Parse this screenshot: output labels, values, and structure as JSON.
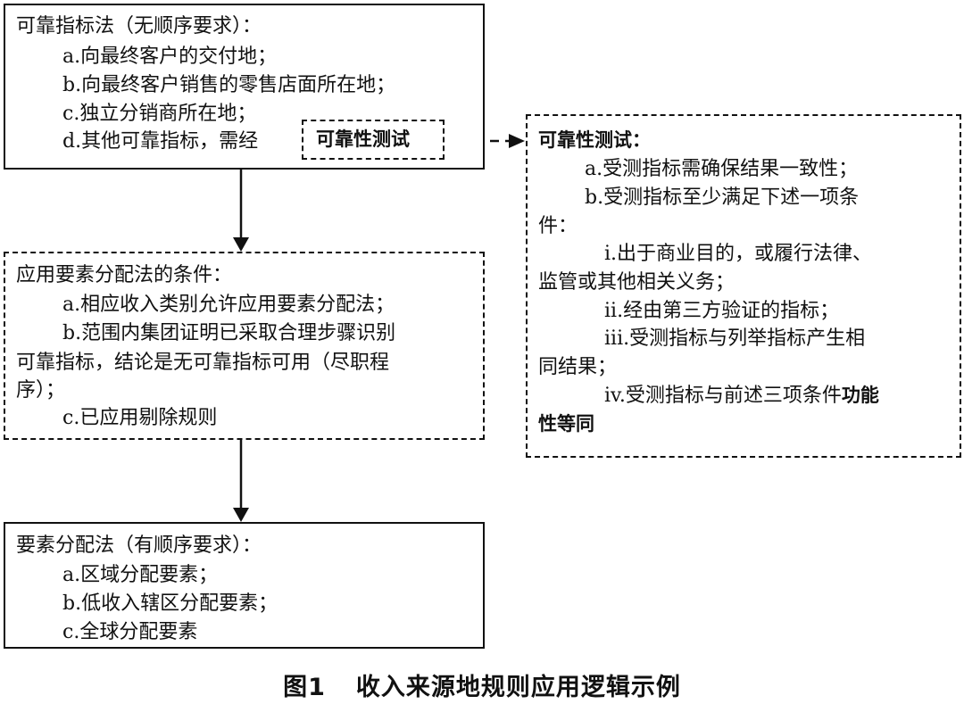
{
  "box1": {
    "title": "可靠指标法（无顺序要求）：",
    "items": [
      "a.向最终客户的交付地；",
      "b.向最终客户销售的零售店面所在地；",
      "c.独立分销商所在地；",
      "d.其他可靠指标，需经"
    ],
    "tag": "可靠性测试"
  },
  "box2": {
    "title": "应用要素分配法的条件：",
    "lines": [
      "a.相应收入类别允许应用要素分配法；",
      "b.范围内集团证明已采取合理步骤识别",
      "可靠指标，结论是无可靠指标可用（尽职程",
      "序）；",
      "c.已应用剔除规则"
    ]
  },
  "box3": {
    "title": "要素分配法（有顺序要求）：",
    "items": [
      "a.区域分配要素；",
      "b.低收入辖区分配要素；",
      "c.全球分配要素"
    ]
  },
  "box4": {
    "title": "可靠性测试：",
    "lines": [
      "a.受测指标需确保结果一致性；",
      "b.受测指标至少满足下述一项条",
      "件：",
      "i.出于商业目的，或履行法律、",
      "监管或其他相关义务；",
      "ii.经由第三方验证的指标；",
      "iii.受测指标与列举指标产生相",
      "同结果；",
      "iv.受测指标与前述三项条件",
      "功能",
      "性等同"
    ]
  },
  "caption": {
    "figure": "图1",
    "title": "收入来源地规则应用逻辑示例"
  }
}
